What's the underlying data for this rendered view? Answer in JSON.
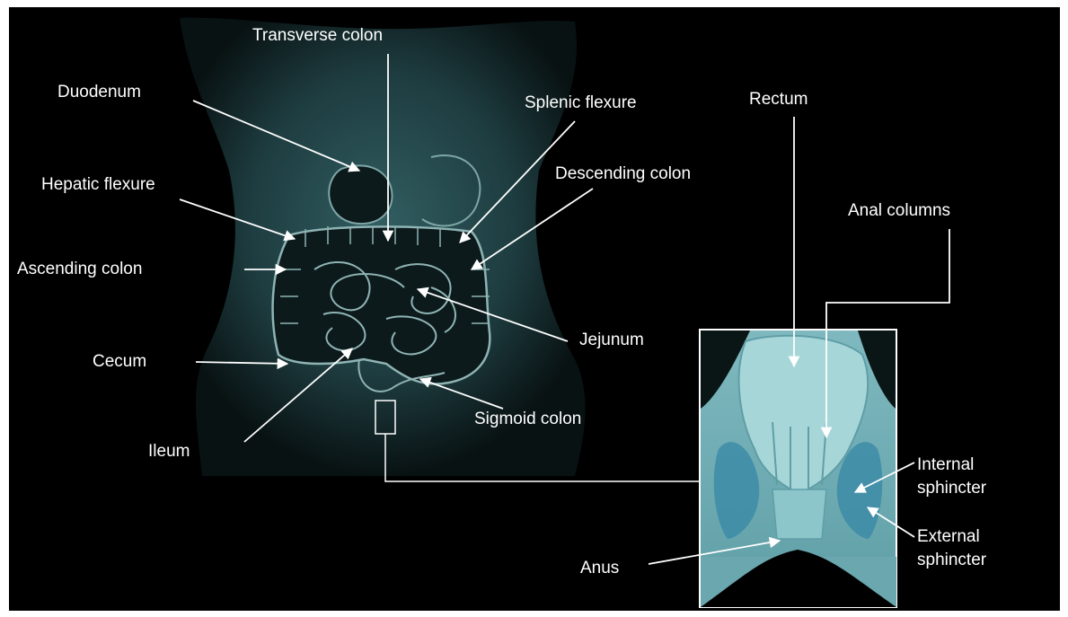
{
  "labels": {
    "transverse_colon": "Transverse colon",
    "duodenum": "Duodenum",
    "splenic_flexure": "Splenic flexure",
    "rectum": "Rectum",
    "hepatic_flexure": "Hepatic flexure",
    "descending_colon": "Descending colon",
    "anal_columns": "Anal columns",
    "ascending_colon": "Ascending colon",
    "jejunum": "Jejunum",
    "cecum": "Cecum",
    "sigmoid_colon": "Sigmoid colon",
    "ileum": "Ileum",
    "internal_sphincter_1": "Internal",
    "internal_sphincter_2": "sphincter",
    "external_sphincter_1": "External",
    "external_sphincter_2": "sphincter",
    "anus": "Anus"
  },
  "colors": {
    "background": "#000000",
    "torso": "#2f5f64",
    "intestine": "#0c1a1c",
    "intestine_outline": "#8fb3b3",
    "inset_fill": "#8fc9cf",
    "label_text": "#ffffff",
    "leader_line": "#ffffff"
  }
}
